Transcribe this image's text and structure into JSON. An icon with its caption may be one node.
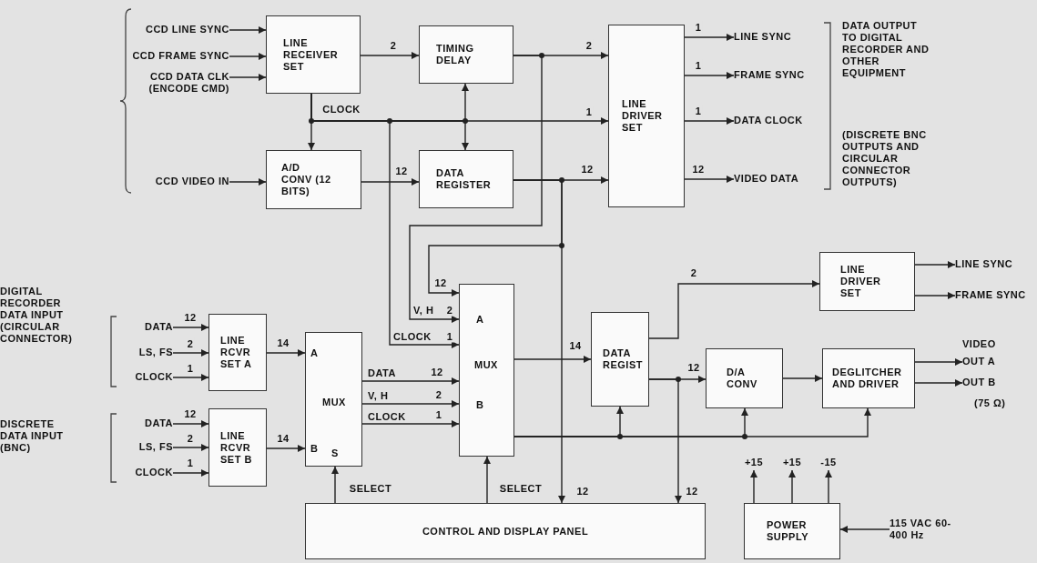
{
  "diagram": {
    "nodes": [
      {
        "text": [
          "CCD LINE SYNC"
        ]
      },
      {
        "text": [
          "CCD FRAME SYNC"
        ]
      },
      {
        "text": [
          "CCD DATA CLK (ENCODE CMD)"
        ]
      },
      {
        "text": [
          "CCD VIDEO IN"
        ]
      },
      {
        "text": [
          "LINE RECEIVER SET"
        ]
      },
      {
        "text": [
          "TIMING DELAY"
        ]
      },
      {
        "text": [
          "A/D CONV (12 BITS)"
        ]
      },
      {
        "text": [
          "DATA REGISTER"
        ]
      },
      {
        "text": [
          "LINE DRIVER SET"
        ]
      },
      {
        "text": [
          "LINE SYNC"
        ]
      },
      {
        "text": [
          "FRAME SYNC"
        ]
      },
      {
        "text": [
          "DATA CLOCK"
        ]
      },
      {
        "text": [
          "VIDEO DATA"
        ]
      },
      {
        "text": [
          "DATA"
        ]
      },
      {
        "text": [
          "LS, FS"
        ]
      },
      {
        "text": [
          "CLOCK"
        ]
      },
      {
        "text": [
          "DATA"
        ]
      },
      {
        "text": [
          "LS, FS"
        ]
      },
      {
        "text": [
          "CLOCK"
        ]
      },
      {
        "text": [
          "LINE RCVR SET A"
        ]
      },
      {
        "text": [
          "LINE RCVR SET B"
        ]
      },
      {
        "text": [
          "A",
          "MUX",
          "B",
          "S"
        ]
      },
      {
        "text": [
          "A",
          "MUX",
          "B"
        ]
      },
      {
        "text": [
          "DATA REGIST"
        ]
      },
      {
        "text": [
          "LINE DRIVER SET"
        ]
      },
      {
        "text": [
          "LINE SYNC"
        ]
      },
      {
        "text": [
          "FRAME SYNC"
        ]
      },
      {
        "text": [
          "D/A CONV"
        ]
      },
      {
        "text": [
          "DEGLITCHER AND DRIVER"
        ]
      },
      {
        "text": [
          "OUT A"
        ]
      },
      {
        "text": [
          "OUT B"
        ]
      },
      {
        "text": [
          "CONTROL AND DISPLAY PANEL"
        ]
      },
      {
        "text": [
          "POWER SUPPLY"
        ]
      },
      {
        "text": [
          "+15"
        ]
      },
      {
        "text": [
          "+15"
        ]
      },
      {
        "text": [
          "-15"
        ]
      },
      {
        "text": [
          "115 VAC 60-400 Hz"
        ]
      }
    ],
    "edges": [
      {
        "from": 0,
        "to": 4,
        "arrow": "to"
      },
      {
        "from": 1,
        "to": 4,
        "arrow": "to"
      },
      {
        "from": 2,
        "to": 4,
        "arrow": "to"
      },
      {
        "from": 3,
        "to": 6,
        "arrow": "to"
      },
      {
        "from": 4,
        "to": 5,
        "arrow": "to",
        "label": "2"
      },
      {
        "from": 4,
        "to": 6,
        "arrow": "to",
        "label": "CLOCK"
      },
      {
        "from": 4,
        "to": 22,
        "arrow": "to",
        "label": "1"
      },
      {
        "from": 4,
        "to": 5,
        "arrow": "to"
      },
      {
        "from": 4,
        "to": 7,
        "arrow": "to"
      },
      {
        "from": 4,
        "to": 8,
        "arrow": "to",
        "label": "1"
      },
      {
        "from": 5,
        "to": 8,
        "arrow": "to",
        "label": "2"
      },
      {
        "from": 5,
        "to": 22,
        "arrow": "to",
        "label": "2"
      },
      {
        "from": 6,
        "to": 7,
        "arrow": "to",
        "label": "12"
      },
      {
        "from": 7,
        "to": 8,
        "arrow": "to",
        "label": "12"
      },
      {
        "from": 7,
        "to": 22,
        "arrow": "to",
        "label": "12"
      },
      {
        "from": 7,
        "to": 31,
        "arrow": "to",
        "label": "12"
      },
      {
        "from": 8,
        "to": 9,
        "arrow": "to",
        "label": "1"
      },
      {
        "from": 8,
        "to": 10,
        "arrow": "to",
        "label": "1"
      },
      {
        "from": 8,
        "to": 11,
        "arrow": "to",
        "label": "1"
      },
      {
        "from": 8,
        "to": 12,
        "arrow": "to",
        "label": "12"
      },
      {
        "from": 13,
        "to": 19,
        "arrow": "to",
        "label": "12"
      },
      {
        "from": 14,
        "to": 19,
        "arrow": "to",
        "label": "2"
      },
      {
        "from": 15,
        "to": 19,
        "arrow": "to",
        "label": "1"
      },
      {
        "from": 16,
        "to": 20,
        "arrow": "to",
        "label": "12"
      },
      {
        "from": 17,
        "to": 20,
        "arrow": "to",
        "label": "2"
      },
      {
        "from": 18,
        "to": 20,
        "arrow": "to",
        "label": "1"
      },
      {
        "from": 19,
        "to": 21,
        "arrow": "to",
        "label": "14"
      },
      {
        "from": 20,
        "to": 21,
        "arrow": "to",
        "label": "14"
      },
      {
        "from": 21,
        "to": 22,
        "arrow": "to",
        "label": "12"
      },
      {
        "from": 21,
        "to": 22,
        "arrow": "to",
        "label": "2"
      },
      {
        "from": 21,
        "to": 22,
        "arrow": "to",
        "label": "1"
      },
      {
        "from": 31,
        "to": 21,
        "arrow": "to",
        "label": "SELECT"
      },
      {
        "from": 31,
        "to": 22,
        "arrow": "to",
        "label": "SELECT"
      },
      {
        "from": 22,
        "to": 23,
        "arrow": "to",
        "label": "14"
      },
      {
        "from": 22,
        "to": 23,
        "arrow": "to"
      },
      {
        "from": 22,
        "to": 27,
        "arrow": "to"
      },
      {
        "from": 22,
        "to": 28,
        "arrow": "to"
      },
      {
        "from": 23,
        "to": 24,
        "arrow": "to",
        "label": "2"
      },
      {
        "from": 23,
        "to": 27,
        "arrow": "to",
        "label": "12"
      },
      {
        "from": 23,
        "to": 31,
        "arrow": "to",
        "label": "12"
      },
      {
        "from": 24,
        "to": 25,
        "arrow": "to"
      },
      {
        "from": 24,
        "to": 26,
        "arrow": "to"
      },
      {
        "from": 27,
        "to": 28,
        "arrow": "to"
      },
      {
        "from": 28,
        "to": 29,
        "arrow": "to"
      },
      {
        "from": 28,
        "to": 30,
        "arrow": "to"
      },
      {
        "from": 32,
        "to": 33,
        "arrow": "to"
      },
      {
        "from": 32,
        "to": 34,
        "arrow": "to"
      },
      {
        "from": 32,
        "to": 35,
        "arrow": "to"
      },
      {
        "from": 36,
        "to": 32,
        "arrow": "to"
      }
    ],
    "labels": [
      "DATA OUTPUT TO DIGITAL RECORDER AND OTHER EQUIPMENT",
      "(DISCRETE BNC OUTPUTS AND CIRCULAR CONNECTOR OUTPUTS)",
      "V, H",
      "CLOCK",
      "DIGITAL RECORDER DATA INPUT (CIRCULAR CONNECTOR)",
      "VIDEO",
      "DATA",
      "V, H",
      "CLOCK",
      "(75 Ω)",
      "DISCRETE DATA INPUT (BNC)"
    ]
  }
}
